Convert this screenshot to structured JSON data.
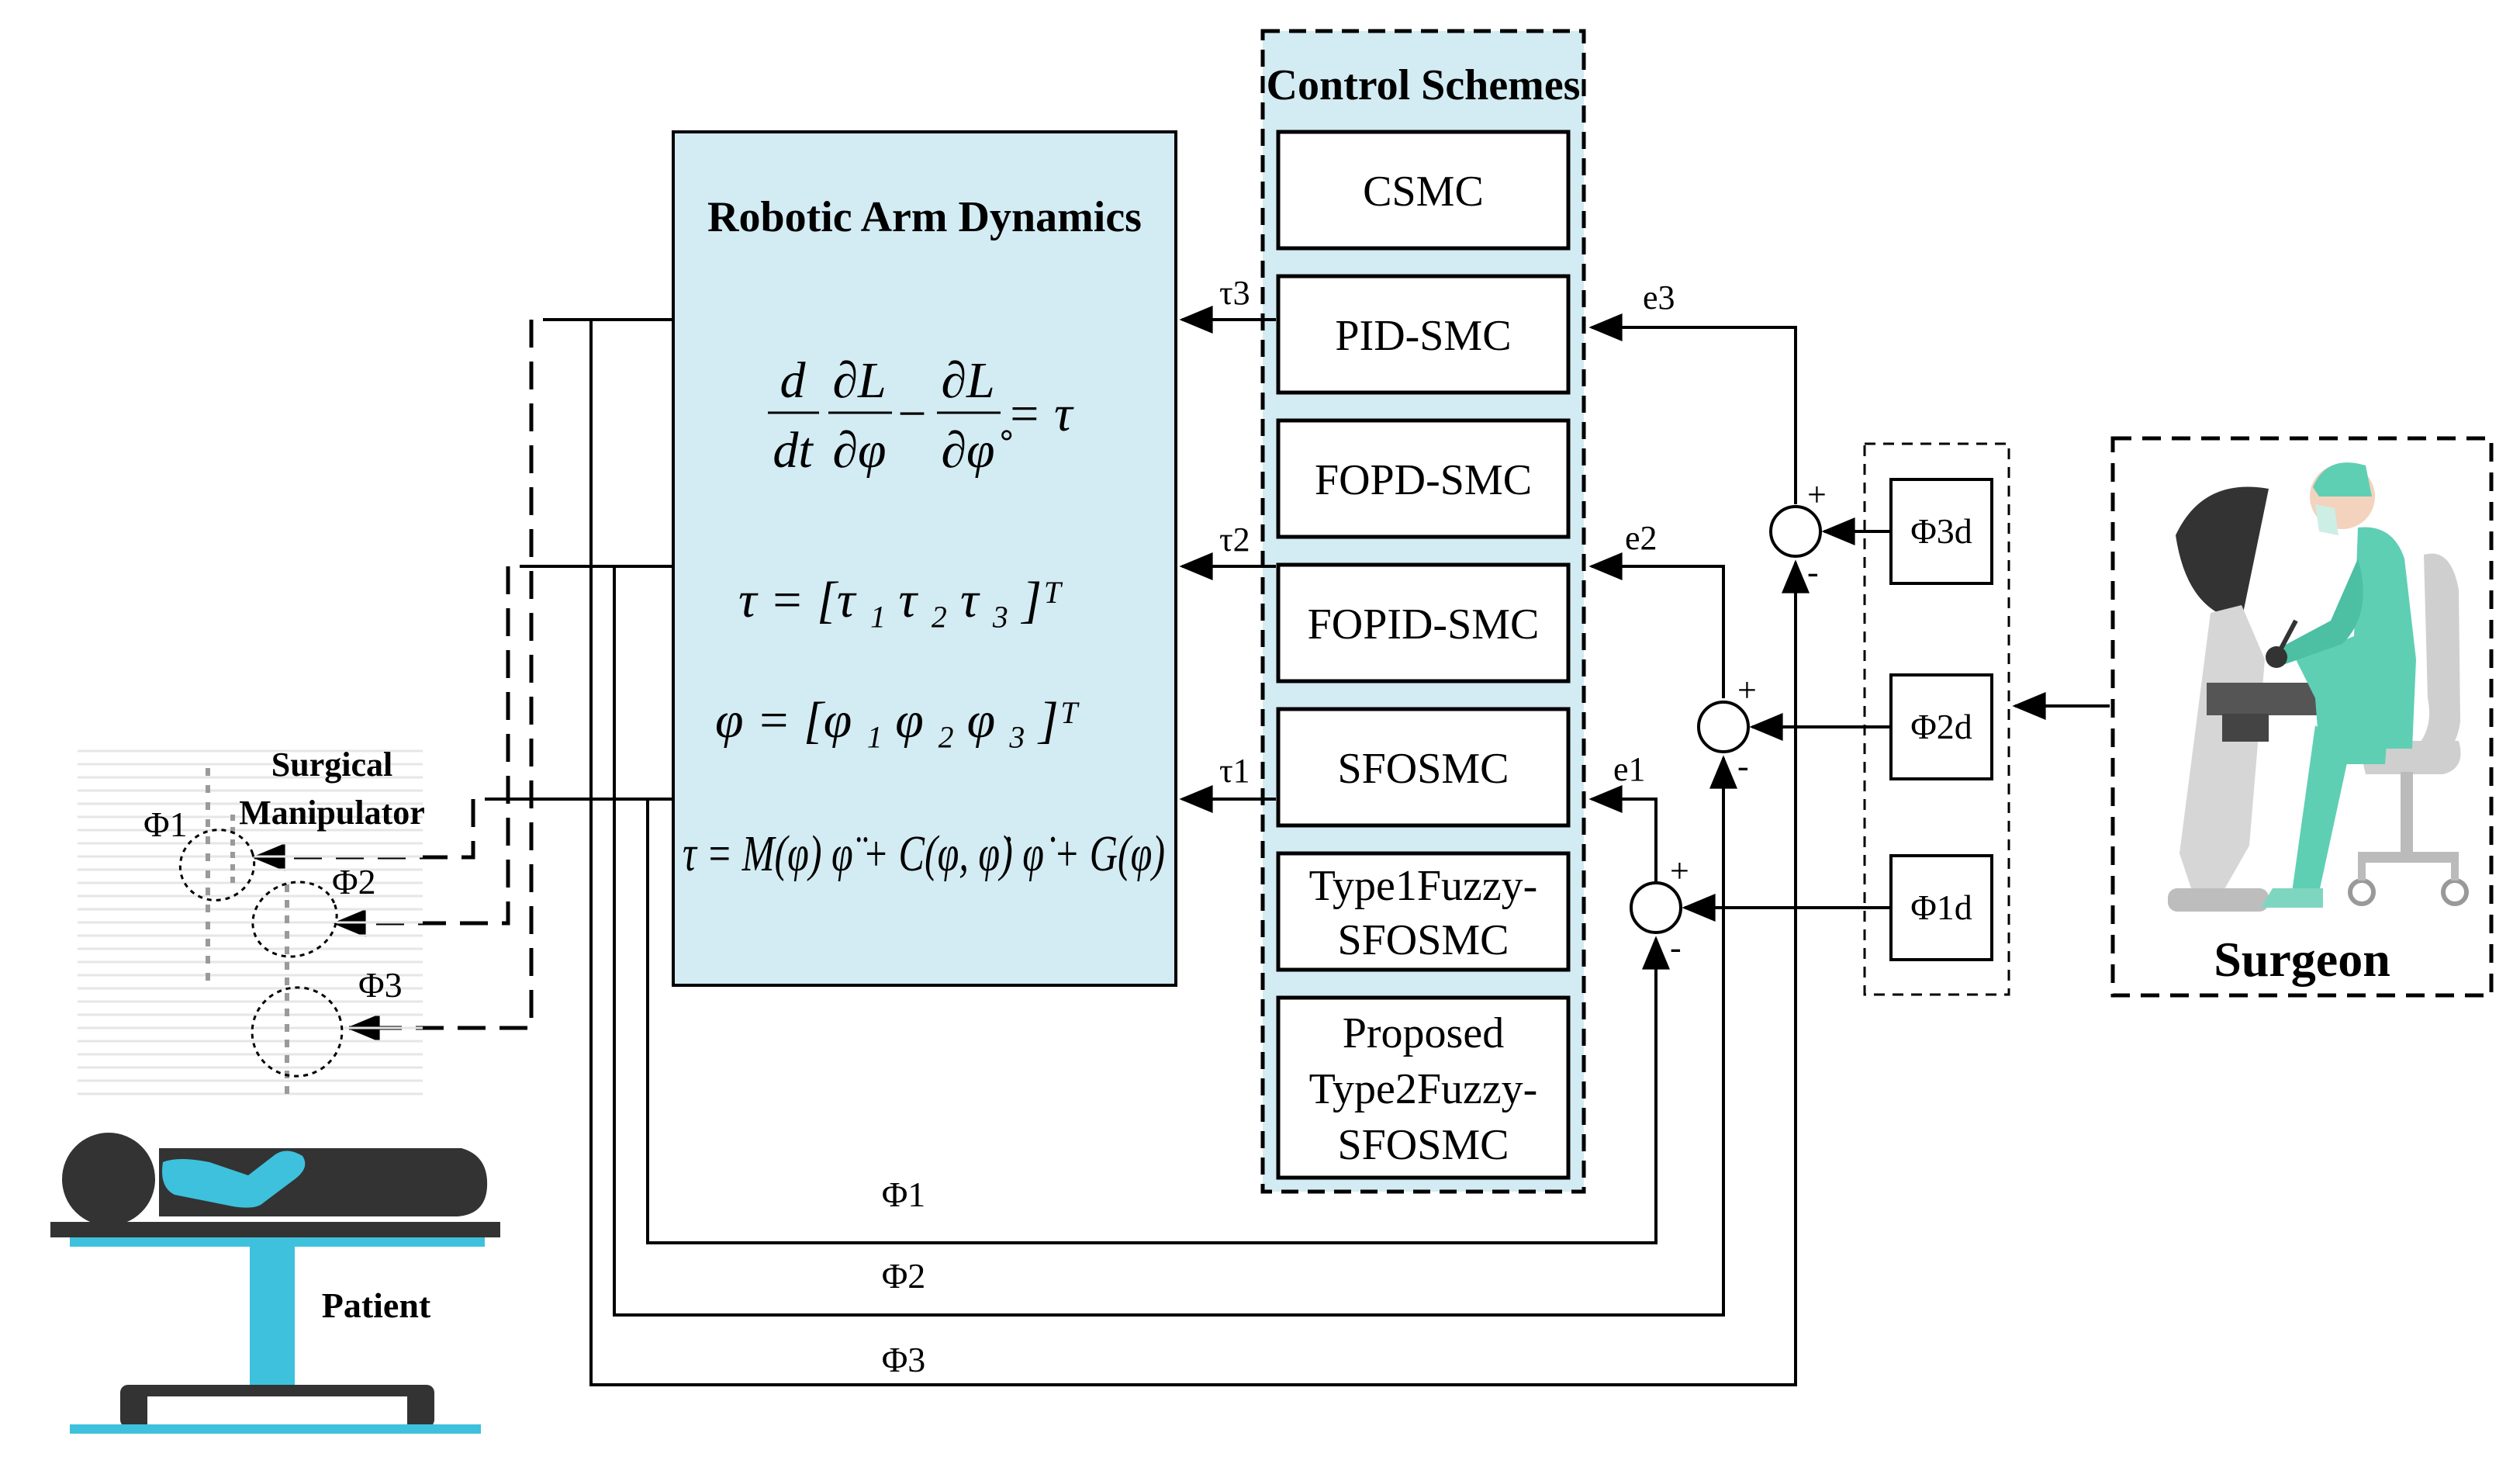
{
  "robot": {
    "title": "Robotic Arm Dynamics",
    "eq1": {
      "d": "d",
      "dt": "dt",
      "dL1": "∂L",
      "dphi": "∂φ",
      "minus": "−",
      "dL2": "∂L",
      "dphidot": "∂φ̊",
      "rhs": "= τ"
    },
    "eq2": "τ   =   [τ ₁ τ ₂ τ ₃ ]ᵀ",
    "eq3": "φ   =   [φ ₁ φ ₂ φ ₃ ]ᵀ",
    "eq4": "τ = M(φ) φ̈ + C(φ, φ̇) φ̇ + G(φ)"
  },
  "control": {
    "title": "Control Schemes",
    "schemes": [
      {
        "lines": [
          "CSMC"
        ]
      },
      {
        "lines": [
          "PID-SMC"
        ]
      },
      {
        "lines": [
          "FOPD-SMC"
        ]
      },
      {
        "lines": [
          "FOPID-SMC"
        ]
      },
      {
        "lines": [
          "SFOSMC"
        ]
      },
      {
        "lines": [
          "Type1Fuzzy-",
          "SFOSMC"
        ]
      },
      {
        "lines": [
          "Proposed",
          "Type2Fuzzy-",
          "SFOSMC"
        ]
      }
    ]
  },
  "torques": {
    "t3": "τ3",
    "t2": "τ2",
    "t1": "τ1"
  },
  "errors": {
    "e3": "e3",
    "e2": "e2",
    "e1": "e1"
  },
  "desired": {
    "d3": "Φ3d",
    "d2": "Φ2d",
    "d1": "Φ1d"
  },
  "feedback": {
    "f1": "Φ1",
    "f2": "Φ2",
    "f3": "Φ3"
  },
  "joints": {
    "j1": "Φ1",
    "j2": "Φ2",
    "j3": "Φ3"
  },
  "signs": {
    "plus": "+",
    "minus": "-"
  },
  "labels": {
    "surgical_manipulator_1": "Surgical",
    "surgical_manipulator_2": "Manipulator",
    "patient": "Patient",
    "surgeon": "Surgeon"
  },
  "colors": {
    "box_fill": "#d3ebf2",
    "accent": "#3ec1dc",
    "surgeon_scrubs": "#5fcfb4",
    "dark": "#333333",
    "chair": "#cfcfcf"
  }
}
